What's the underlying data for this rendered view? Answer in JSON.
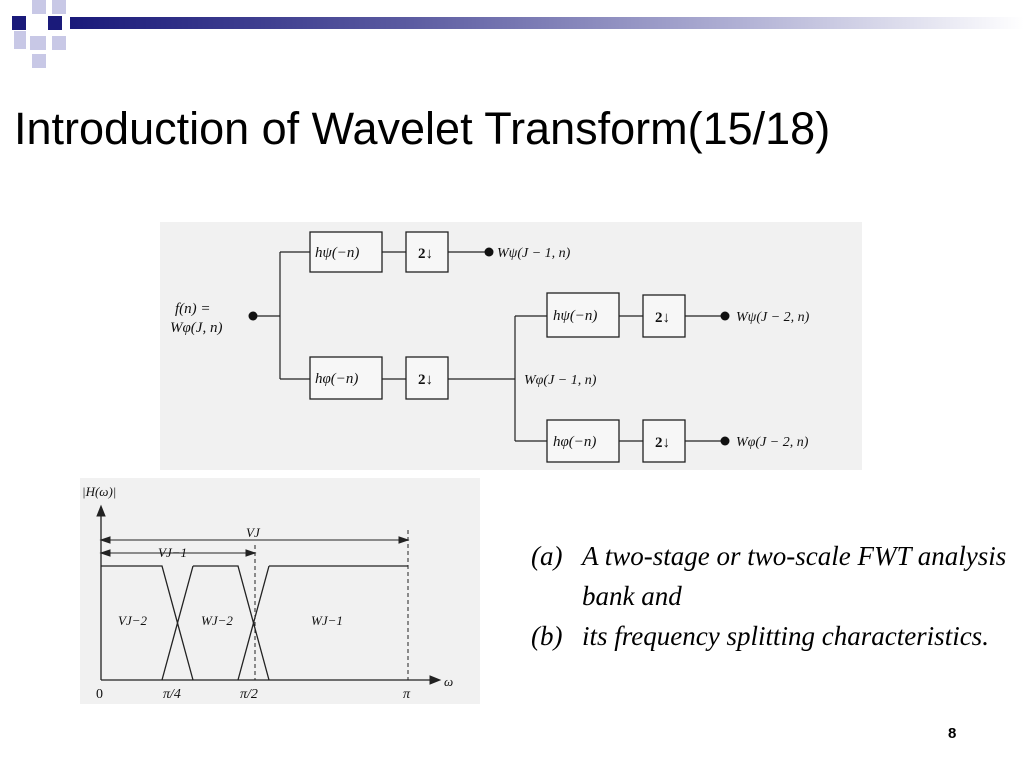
{
  "slide": {
    "title": "Introduction of Wavelet Transform(15/18)",
    "page_number": "8",
    "header_colors": {
      "navy": "#1a1a7a",
      "lavender": "#c8c8e6"
    }
  },
  "filter_bank": {
    "input": [
      "f(n) =",
      "Wφ(J, n)"
    ],
    "filters": {
      "high": "hψ(−n)",
      "low": "hφ(−n)",
      "downsample": "2↓"
    },
    "outputs": {
      "stage1_high": "Wψ(J − 1, n)",
      "stage1_low": "Wφ(J − 1, n)",
      "stage2_high": "Wψ(J − 2, n)",
      "stage2_low": "Wφ(J − 2, n)"
    }
  },
  "frequency_response": {
    "ylabel": "|H(ω)|",
    "xlabel": "ω",
    "ticks": [
      "0",
      "π/4",
      "π/2",
      "π"
    ],
    "spans": {
      "vj": "VJ",
      "vj1": "VJ−1"
    },
    "regions": [
      "VJ−2",
      "WJ−2",
      "WJ−1"
    ]
  },
  "caption": [
    {
      "label": "(a)",
      "text": "A two-stage or two-scale FWT analysis bank and"
    },
    {
      "label": "(b)",
      "text": "its frequency splitting characteristics."
    }
  ]
}
